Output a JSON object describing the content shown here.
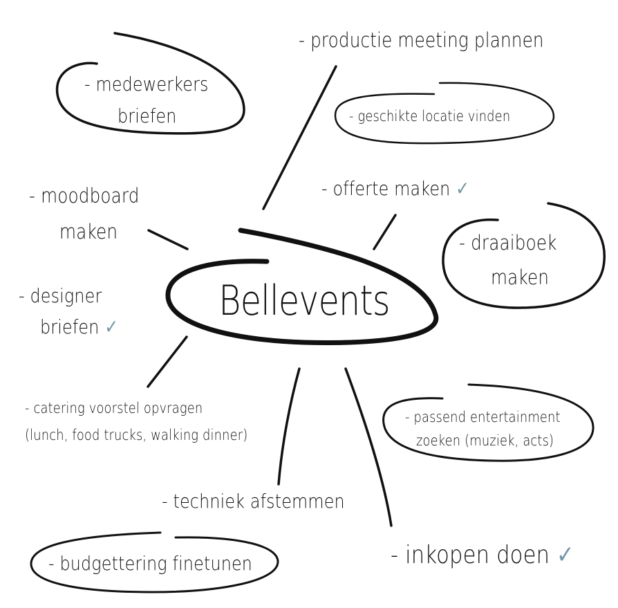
{
  "center": {
    "title": "Bellevents"
  },
  "items": {
    "medewerkers": {
      "line1": "- medewerkers",
      "line2": "briefen"
    },
    "productie": {
      "text": "- productie meeting plannen"
    },
    "locatie": {
      "text": "- geschikte locatie vinden"
    },
    "moodboard": {
      "line1": "- moodboard",
      "line2": "maken"
    },
    "offerte": {
      "text": "- offerte maken",
      "check": "✓"
    },
    "draaiboek": {
      "line1": "- draaiboek",
      "line2": "maken"
    },
    "designer": {
      "line1": "- designer",
      "line2": "briefen",
      "check": "✓"
    },
    "catering": {
      "line1": "- catering voorstel opvragen",
      "line2": "(lunch, food trucks, walking dinner)"
    },
    "entertainment": {
      "line1": "- passend entertainment",
      "line2": "zoeken (muziek, acts)"
    },
    "techniek": {
      "text": "- techniek afstemmen"
    },
    "budget": {
      "text": "- budgettering finetunen"
    },
    "inkopen": {
      "text": "- inkopen doen",
      "check": "✓"
    }
  },
  "colors": {
    "ink": "#111111",
    "check": "#6f98a8",
    "background": "#ffffff"
  }
}
